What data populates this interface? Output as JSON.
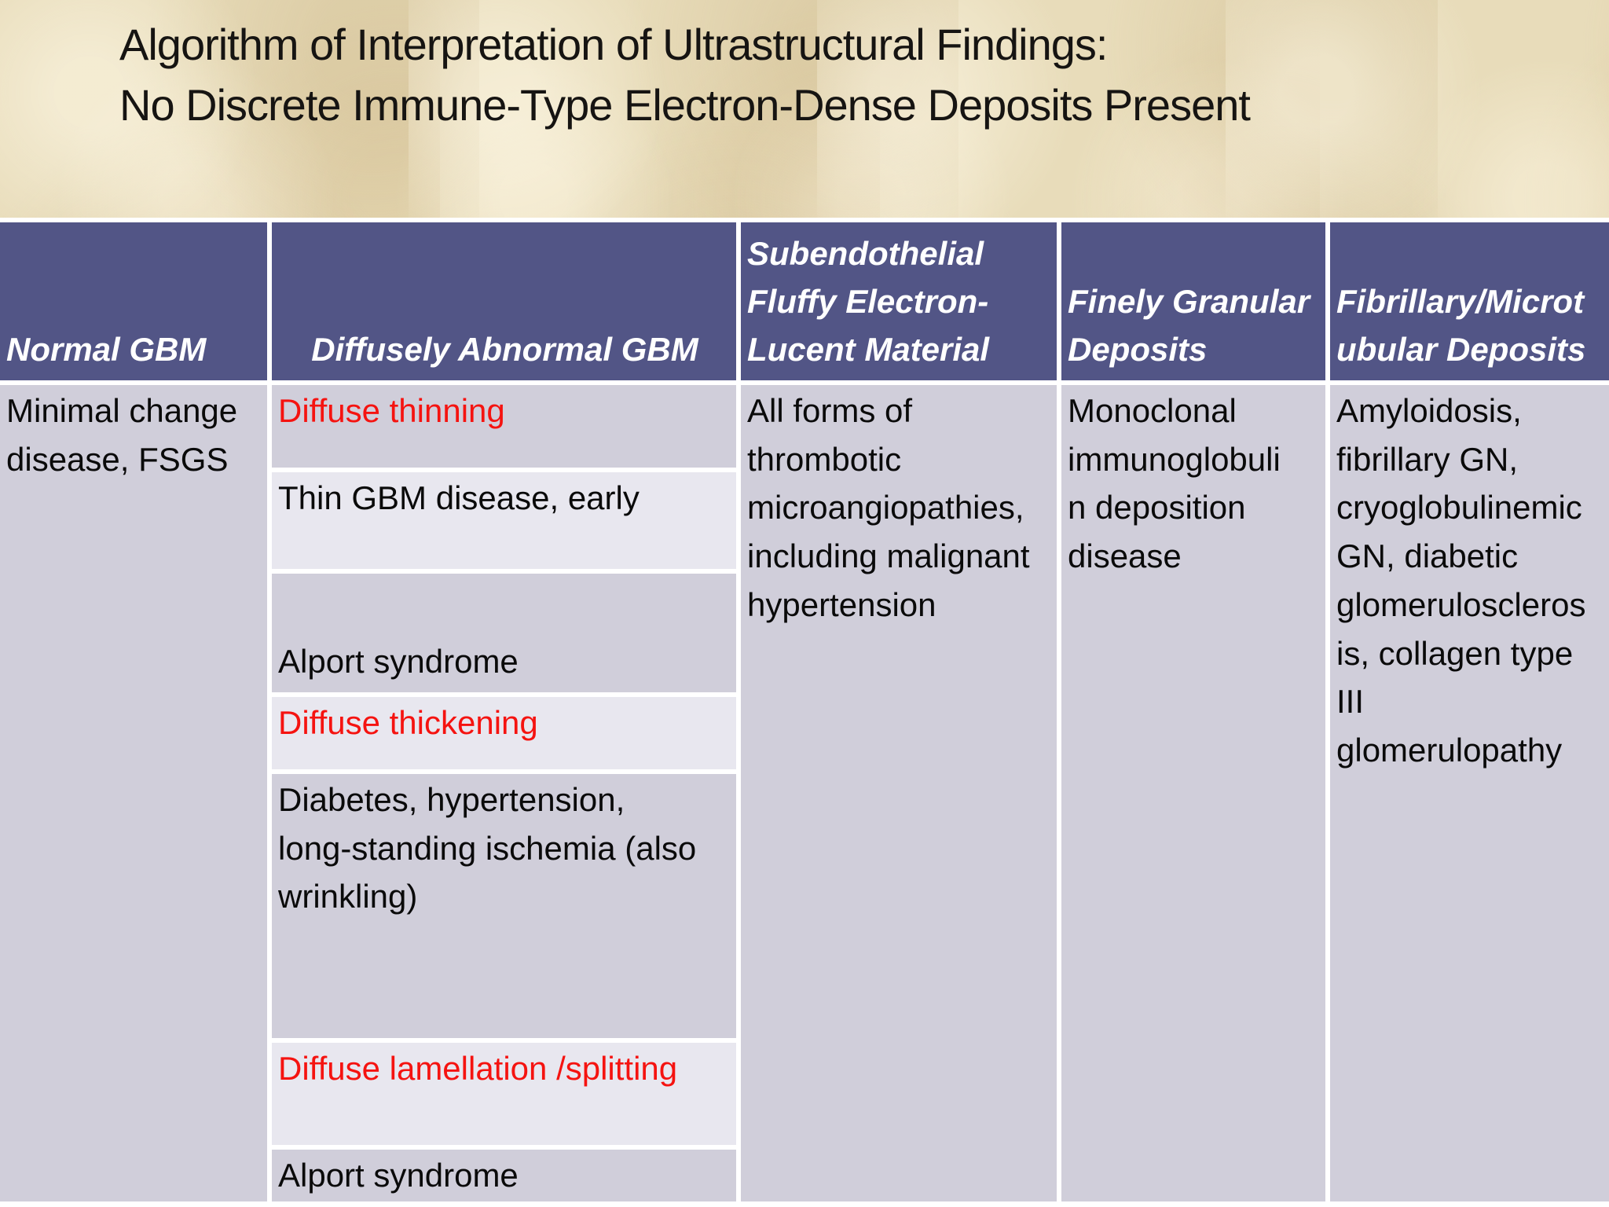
{
  "slide": {
    "title_lines": [
      "Algorithm of Interpretation of Ultrastructural Findings:",
      "No Discrete Immune-Type Electron-Dense Deposits Present"
    ]
  },
  "table": {
    "header_row": {
      "normal_gbm": "Normal GBM",
      "diffusely_abnormal_gbm": "Diffusely Abnormal GBM",
      "subendothelial": [
        "Subendothelial",
        "Fluffy Electron-",
        "Lucent Material"
      ],
      "finely_granular": [
        "Finely Granular",
        "Deposits"
      ],
      "fibrillary_microtubular": [
        "Fibrillary/Microt",
        "ubular Deposits"
      ]
    },
    "body": {
      "normal_gbm_cell": [
        "Minimal change",
        "disease, FSGS"
      ],
      "diffusely_abnormal_rows": [
        {
          "text": "Diffuse thinning",
          "color": "red",
          "shade": "dark"
        },
        {
          "text": "Thin GBM disease, early",
          "color": "black",
          "shade": "light"
        },
        {
          "text": "Alport syndrome",
          "color": "black",
          "shade": "dark",
          "valign": "bottom"
        },
        {
          "text": "Diffuse thickening",
          "color": "red",
          "shade": "light"
        },
        {
          "text": [
            "Diabetes, hypertension,",
            "long-standing ischemia (also",
            "wrinkling)"
          ],
          "color": "black",
          "shade": "dark"
        },
        {
          "text": "Diffuse lamellation /splitting",
          "color": "red",
          "shade": "light"
        },
        {
          "text": "Alport syndrome",
          "color": "black",
          "shade": "dark"
        }
      ],
      "subendothelial_cell": [
        "All forms of",
        "thrombotic",
        "microangiopathies,",
        "including malignant",
        "hypertension"
      ],
      "finely_granular_cell": [
        "Monoclonal",
        "immunoglobuli",
        "n deposition",
        "disease"
      ],
      "fibrillary_cell": [
        "Amyloidosis,",
        "fibrillary GN,",
        "cryoglobulinemic",
        "GN, diabetic",
        "glomeruloscleros",
        "is, collagen type",
        "III",
        "glomerulopathy"
      ]
    }
  },
  "colors": {
    "slide_background": "#E8DCBA",
    "header_background": "#525586",
    "header_text": "#FFFFFF",
    "cell_dark": "#D0CEDA",
    "cell_light": "#E8E7EF",
    "border": "#FFFFFF",
    "body_text": "#0A0A0A",
    "red_text": "#F51310",
    "title_text": "#161412"
  }
}
